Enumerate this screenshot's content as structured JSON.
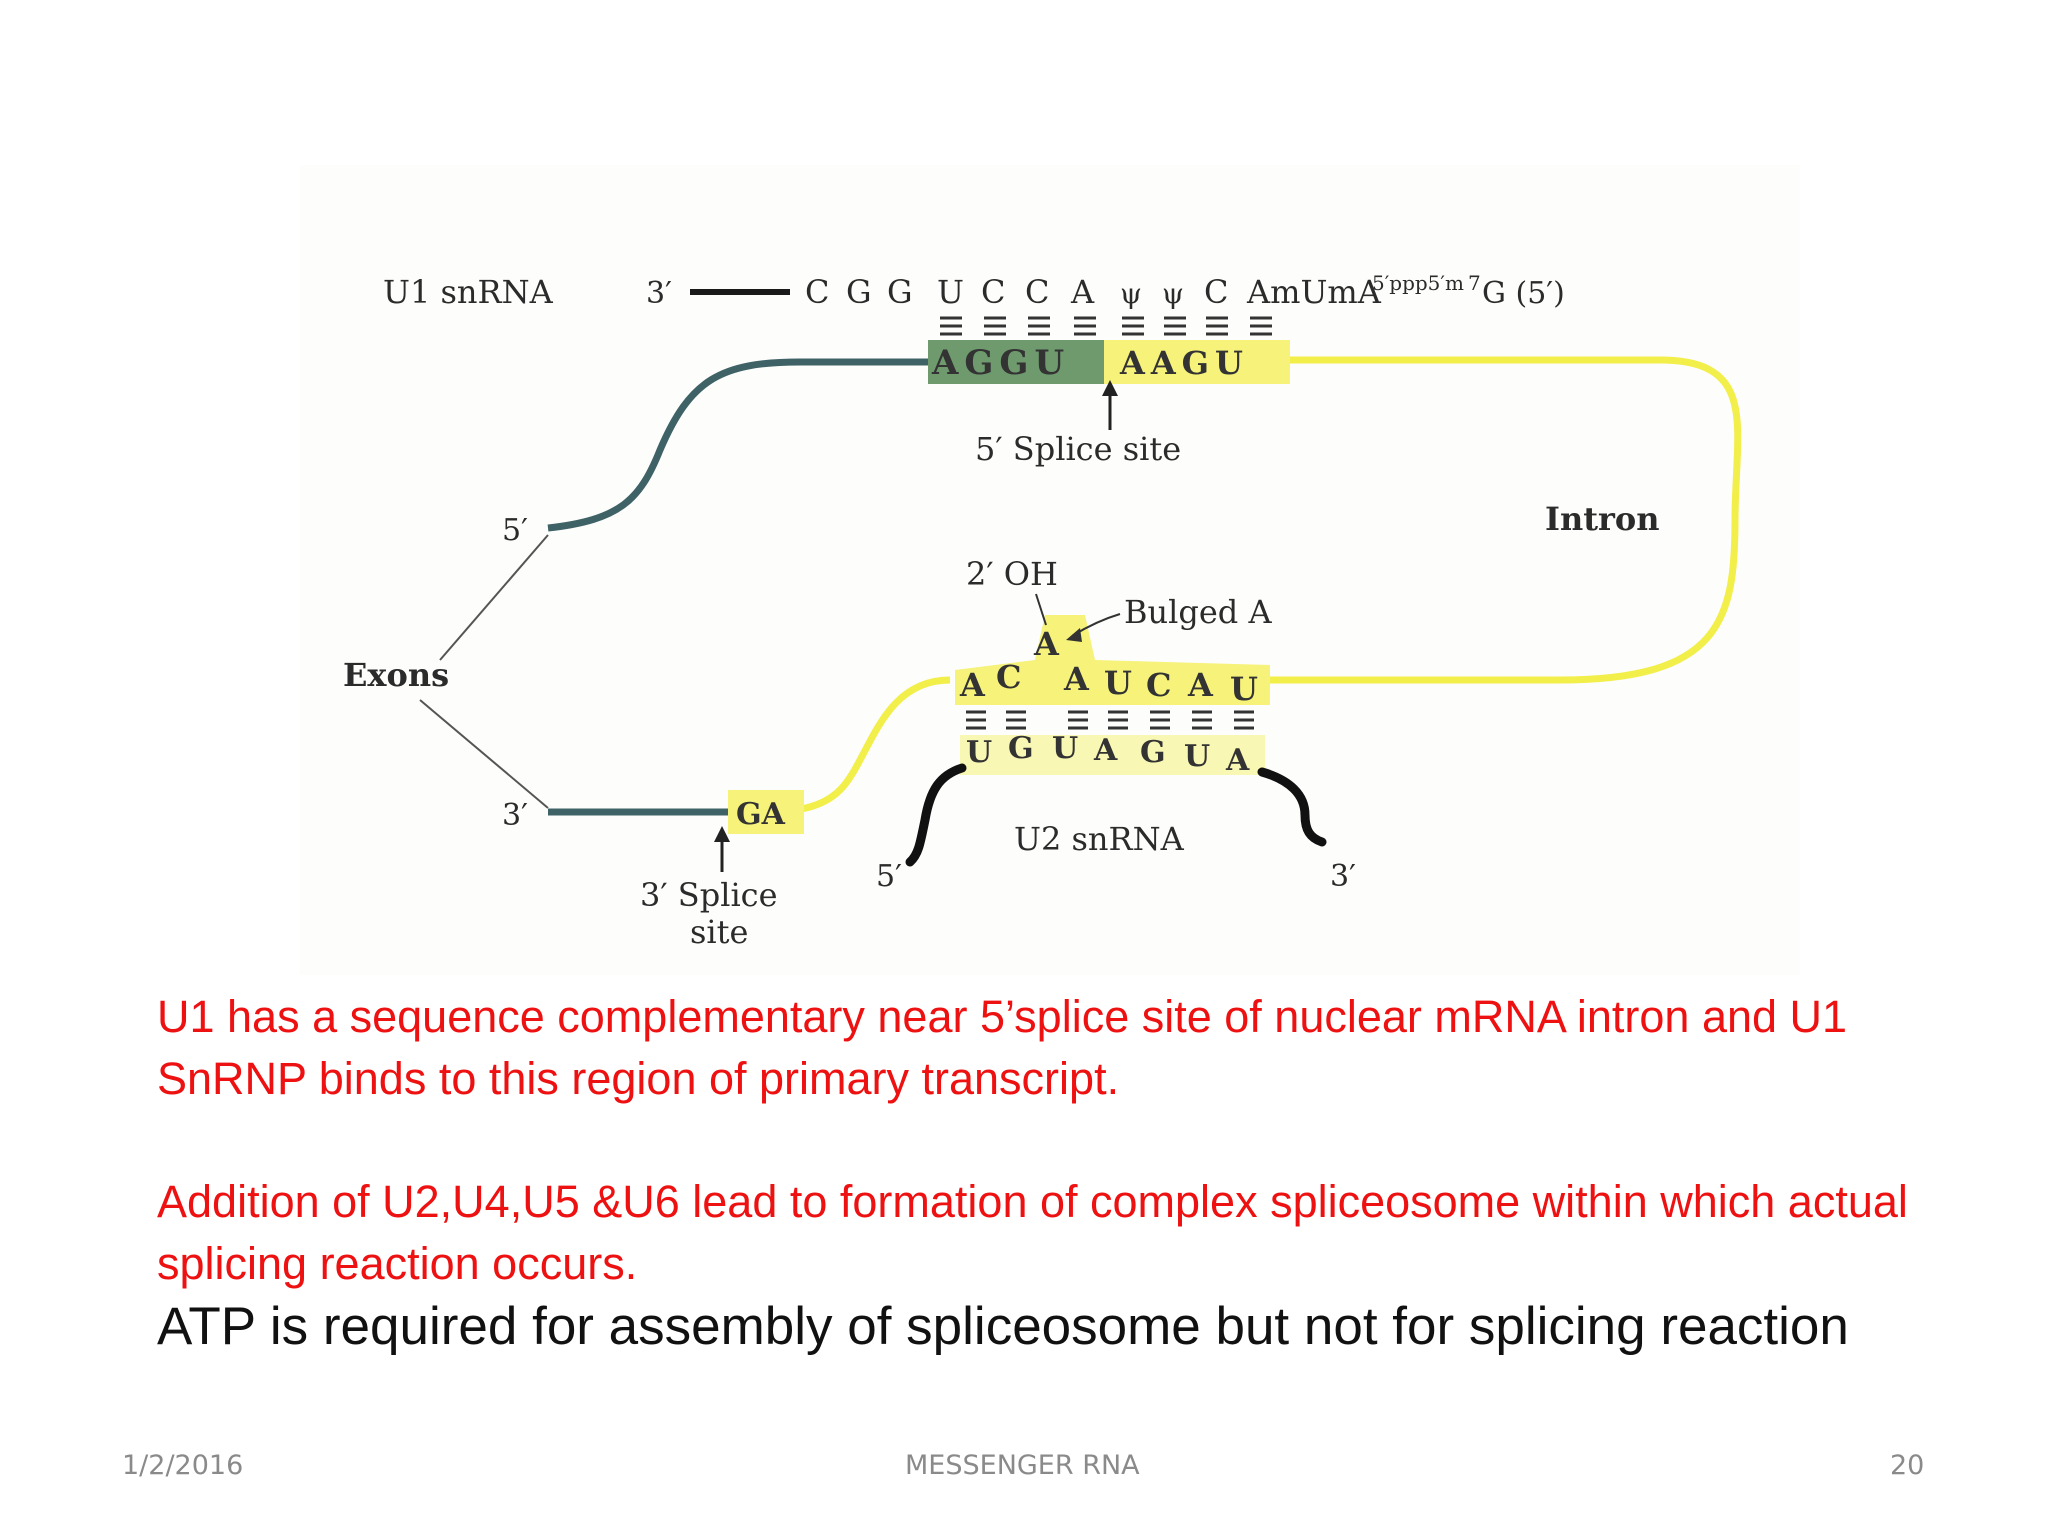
{
  "diagram": {
    "u1_label": "U1 snRNA",
    "u1_three_prime": "3′",
    "u1_sequence": [
      "C",
      "G",
      "G",
      "U",
      "C",
      "C",
      "A",
      "ψ",
      "ψ",
      "C",
      "AmUmA"
    ],
    "u1_cap": "5′ppp5′m",
    "u1_cap_super": "7",
    "u1_cap_end": "G (5′)",
    "site5_seq_dark": "AGGU",
    "site5_seq_light": "AAGU",
    "splice5_label": "5′ Splice site",
    "intron_label": "Intron",
    "exons_label": "Exons",
    "exon_5prime": "5′",
    "exon_3prime": "3′",
    "oh_label": "2′ OH",
    "bulged_label": "Bulged A",
    "bulged_base": "A",
    "branch_top": [
      "A",
      "C",
      "A",
      "U",
      "C",
      "A",
      "U"
    ],
    "branch_bottom": [
      "U",
      "G",
      "U",
      "A",
      "G",
      "U",
      "A"
    ],
    "ga_label": "GA",
    "splice3_line1": "3′ Splice",
    "splice3_line2": "site",
    "u2_label": "U2 snRNA",
    "u2_5prime": "5′",
    "u2_3prime": "3′"
  },
  "text": {
    "para1": "U1 has a sequence complementary near 5’splice site  of nuclear mRNA intron and U1 SnRNP binds to this region of primary transcript.",
    "para2": "Addition of U2,U4,U5 &U6 lead to formation of complex spliceosome within which actual splicing reaction occurs.",
    "para3": "ATP is required for assembly of spliceosome  but not for splicing reaction"
  },
  "footer": {
    "date": "1/2/2016",
    "title": "MESSENGER RNA",
    "page": "20"
  },
  "colors": {
    "intron": "#f2ee4a",
    "exon": "#3f6266",
    "highlight_dark": "#6e9a6e",
    "highlight_light": "#f6f27a",
    "red_text": "#ee1111"
  }
}
